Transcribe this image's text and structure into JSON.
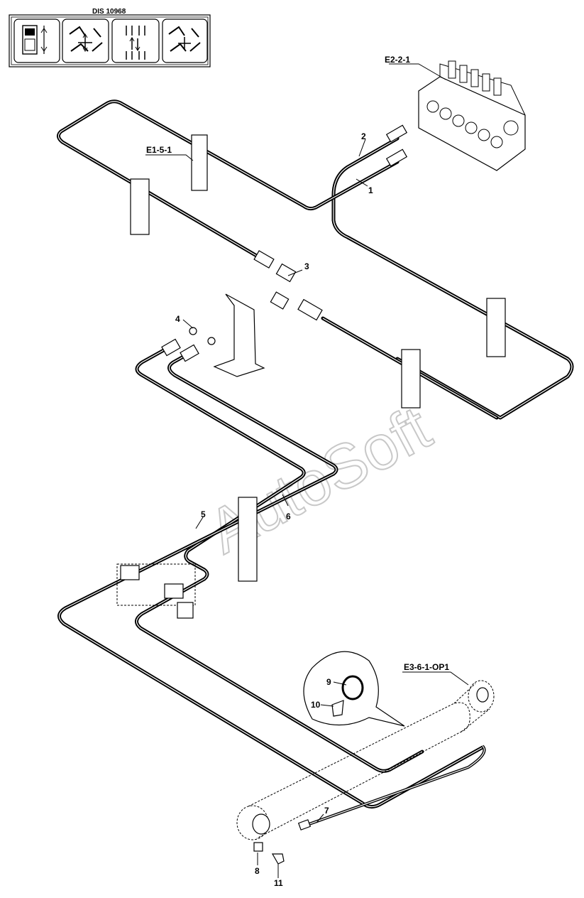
{
  "header": {
    "code": "DIS 10968",
    "icons": [
      "electronic-control-icon",
      "boom-swing-icon",
      "double-arrow-icon",
      "boom-swing-alt-icon"
    ]
  },
  "references": {
    "control_valve": "E2-2-1",
    "clamp_block": "E1-5-1",
    "cylinder": "E3-6-1-OP1"
  },
  "callouts": [
    "1",
    "2",
    "3",
    "4",
    "5",
    "6",
    "7",
    "8",
    "9",
    "10",
    "11"
  ],
  "watermark": "AutoSoft"
}
